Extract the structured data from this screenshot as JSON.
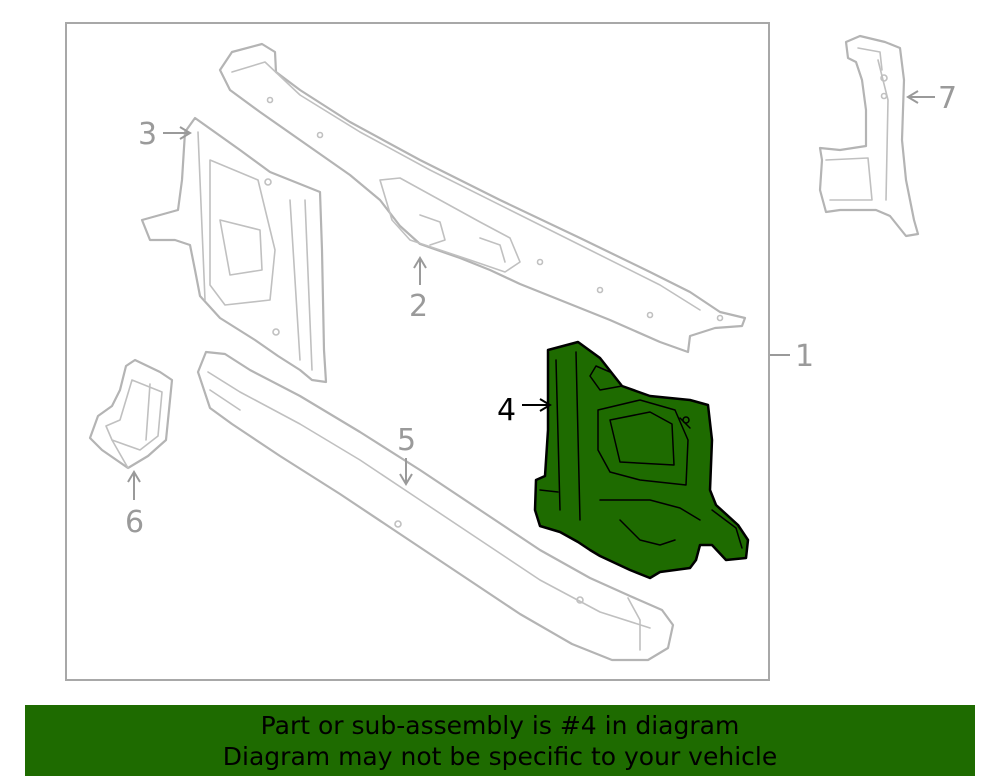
{
  "diagram": {
    "callouts": [
      "1",
      "2",
      "3",
      "4",
      "5",
      "6",
      "7"
    ],
    "highlighted_part": "4",
    "highlight_color": "#1e6b00",
    "outline_color": "#b4b4b4"
  },
  "banner": {
    "line1": "Part or sub-assembly is #4 in diagram",
    "line2": "Diagram may not be specific to your vehicle",
    "background": "#1e6b00"
  }
}
